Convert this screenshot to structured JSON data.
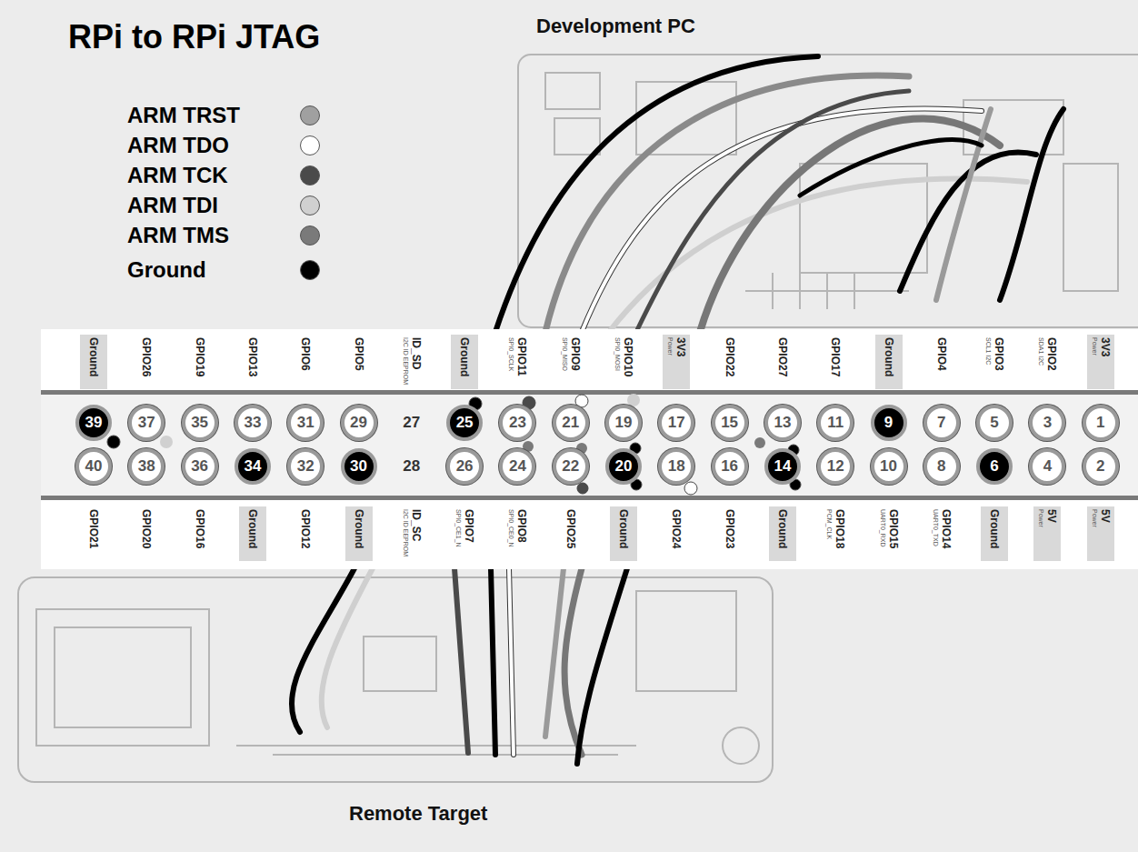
{
  "diagram": {
    "title": "RPi to RPi JTAG",
    "nodes": [
      {
        "text": [
          "39"
        ]
      },
      {
        "text": [
          "37"
        ]
      },
      {
        "text": [
          "35"
        ]
      },
      {
        "text": [
          "33"
        ]
      },
      {
        "text": [
          "31"
        ]
      },
      {
        "text": [
          "29"
        ]
      },
      {
        "text": [
          "27"
        ]
      },
      {
        "text": [
          "25"
        ]
      },
      {
        "text": [
          "23"
        ]
      },
      {
        "text": [
          "21"
        ]
      },
      {
        "text": [
          "19"
        ]
      },
      {
        "text": [
          "17"
        ]
      },
      {
        "text": [
          "15"
        ]
      },
      {
        "text": [
          "13"
        ]
      },
      {
        "text": [
          "11"
        ]
      },
      {
        "text": [
          "9"
        ]
      },
      {
        "text": [
          "7"
        ]
      },
      {
        "text": [
          "5"
        ]
      },
      {
        "text": [
          "3"
        ]
      },
      {
        "text": [
          "1"
        ]
      },
      {
        "text": [
          "40"
        ]
      },
      {
        "text": [
          "38"
        ]
      },
      {
        "text": [
          "36"
        ]
      },
      {
        "text": [
          "34"
        ]
      },
      {
        "text": [
          "32"
        ]
      },
      {
        "text": [
          "30"
        ]
      },
      {
        "text": [
          "28"
        ]
      },
      {
        "text": [
          "26"
        ]
      },
      {
        "text": [
          "24"
        ]
      },
      {
        "text": [
          "22"
        ]
      },
      {
        "text": [
          "20"
        ]
      },
      {
        "text": [
          "18"
        ]
      },
      {
        "text": [
          "16"
        ]
      },
      {
        "text": [
          "14"
        ]
      },
      {
        "text": [
          "12"
        ]
      },
      {
        "text": [
          "10"
        ]
      },
      {
        "text": [
          "8"
        ]
      },
      {
        "text": [
          "6"
        ]
      },
      {
        "text": [
          "4"
        ]
      },
      {
        "text": [
          "2"
        ]
      }
    ],
    "labels": [
      "Development PC",
      "Ground",
      "GPIO26",
      "GPIO19",
      "GPIO13",
      "GPIO6",
      "GPIO5",
      "ID_SD",
      "I2C ID EEPROM",
      "Ground",
      "GPIO11",
      "SPI0_SCLK",
      "GPIO9",
      "SPI0_MISO",
      "GPIO10",
      "SPI0_MOSI",
      "3V3",
      "Power",
      "GPIO22",
      "GPIO27",
      "GPIO17",
      "Ground",
      "GPIO4",
      "GPIO3",
      "SCL1 I2C",
      "GPIO2",
      "SDA1 I2C",
      "3V3",
      "Power",
      "GPIO21",
      "GPIO20",
      "GPIO16",
      "Ground",
      "GPIO12",
      "Ground",
      "ID_SC",
      "I2C ID EEPROM",
      "GPIO7",
      "SPI0_CE1_N",
      "GPIO8",
      "SPI0_CE0_N",
      "GPIO25",
      "Ground",
      "GPIO24",
      "GPIO23",
      "Ground",
      "GPIO18",
      "PCM_CLK",
      "GPIO15",
      "UART0_RXD",
      "GPIO14",
      "UART0_TXD",
      "Ground",
      "5V",
      "Power",
      "5V",
      "Power",
      "Remote Target"
    ],
    "legend": [
      {
        "text": "ARM TRST",
        "color": "#a0a0a0"
      },
      {
        "text": "ARM TDO",
        "color": "#ffffff"
      },
      {
        "text": "ARM TCK",
        "color": "#4a4a4a"
      },
      {
        "text": "ARM TDI",
        "color": "#d0d0d0"
      },
      {
        "text": "ARM TMS",
        "color": "#7a7a7a"
      },
      {
        "text": "Ground",
        "color": "#000000"
      }
    ]
  }
}
